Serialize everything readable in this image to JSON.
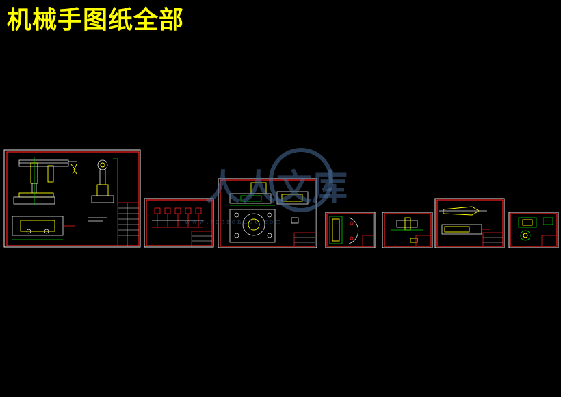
{
  "title": "机械手图纸全部",
  "colors": {
    "background": "#000000",
    "title": "#ffff00",
    "frame": "#ff2020",
    "geometry": "#e8e8e8",
    "part": "#ffff00",
    "dimension": "#00d000",
    "watermark": "#4a6f9e"
  },
  "watermark": {
    "text": "人人文库",
    "url_text": "w w w . r e n r e n d o c . c o m"
  }
}
